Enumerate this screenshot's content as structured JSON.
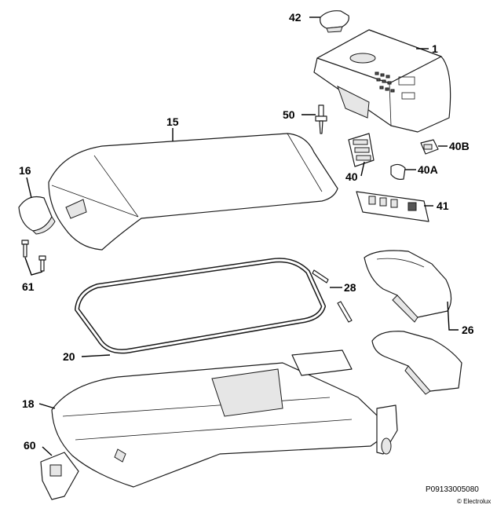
{
  "callouts": {
    "c42": "42",
    "c1": "1",
    "c50": "50",
    "c15": "15",
    "c40b": "40B",
    "c40": "40",
    "c40a": "40A",
    "c16": "16",
    "c41": "41",
    "c28": "28",
    "c61": "61",
    "c26": "26",
    "c20": "20",
    "c18": "18",
    "c60": "60"
  },
  "reference_code": "P09133005080",
  "copyright": "© Electrolux"
}
